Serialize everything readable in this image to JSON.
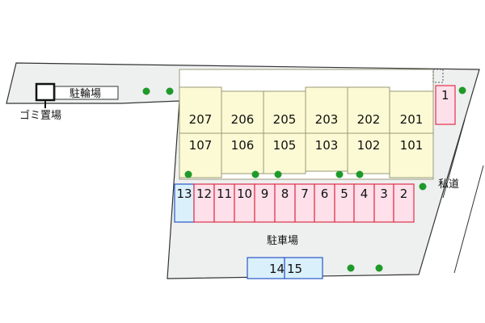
{
  "labels": {
    "bike_parking": "駐輪場",
    "garbage": "ゴミ置場",
    "parking": "駐車場",
    "private_road": "私道"
  },
  "rooms_upper": [
    "207",
    "206",
    "205",
    "203",
    "202",
    "201"
  ],
  "rooms_lower": [
    "107",
    "106",
    "105",
    "103",
    "102",
    "101"
  ],
  "parking_spaces": [
    "13",
    "12",
    "11",
    "10",
    "9",
    "8",
    "7",
    "6",
    "5",
    "4",
    "3",
    "2"
  ],
  "parking_space_side": "1",
  "parking_bottom": [
    "14",
    "15"
  ],
  "colors": {
    "lot": "#eef0f0",
    "building": "#fbfad4",
    "building_border": "#9a9a78",
    "space_pink": "#fde0ea",
    "space_pink_border": "#e0304a",
    "space_blue": "#daf0fb",
    "space_blue_border": "#2a56c6",
    "tree": "#1f9a2a",
    "outline": "#333333"
  },
  "icons": {
    "tree": "tree-icon",
    "garbage": "garbage-box-icon"
  }
}
